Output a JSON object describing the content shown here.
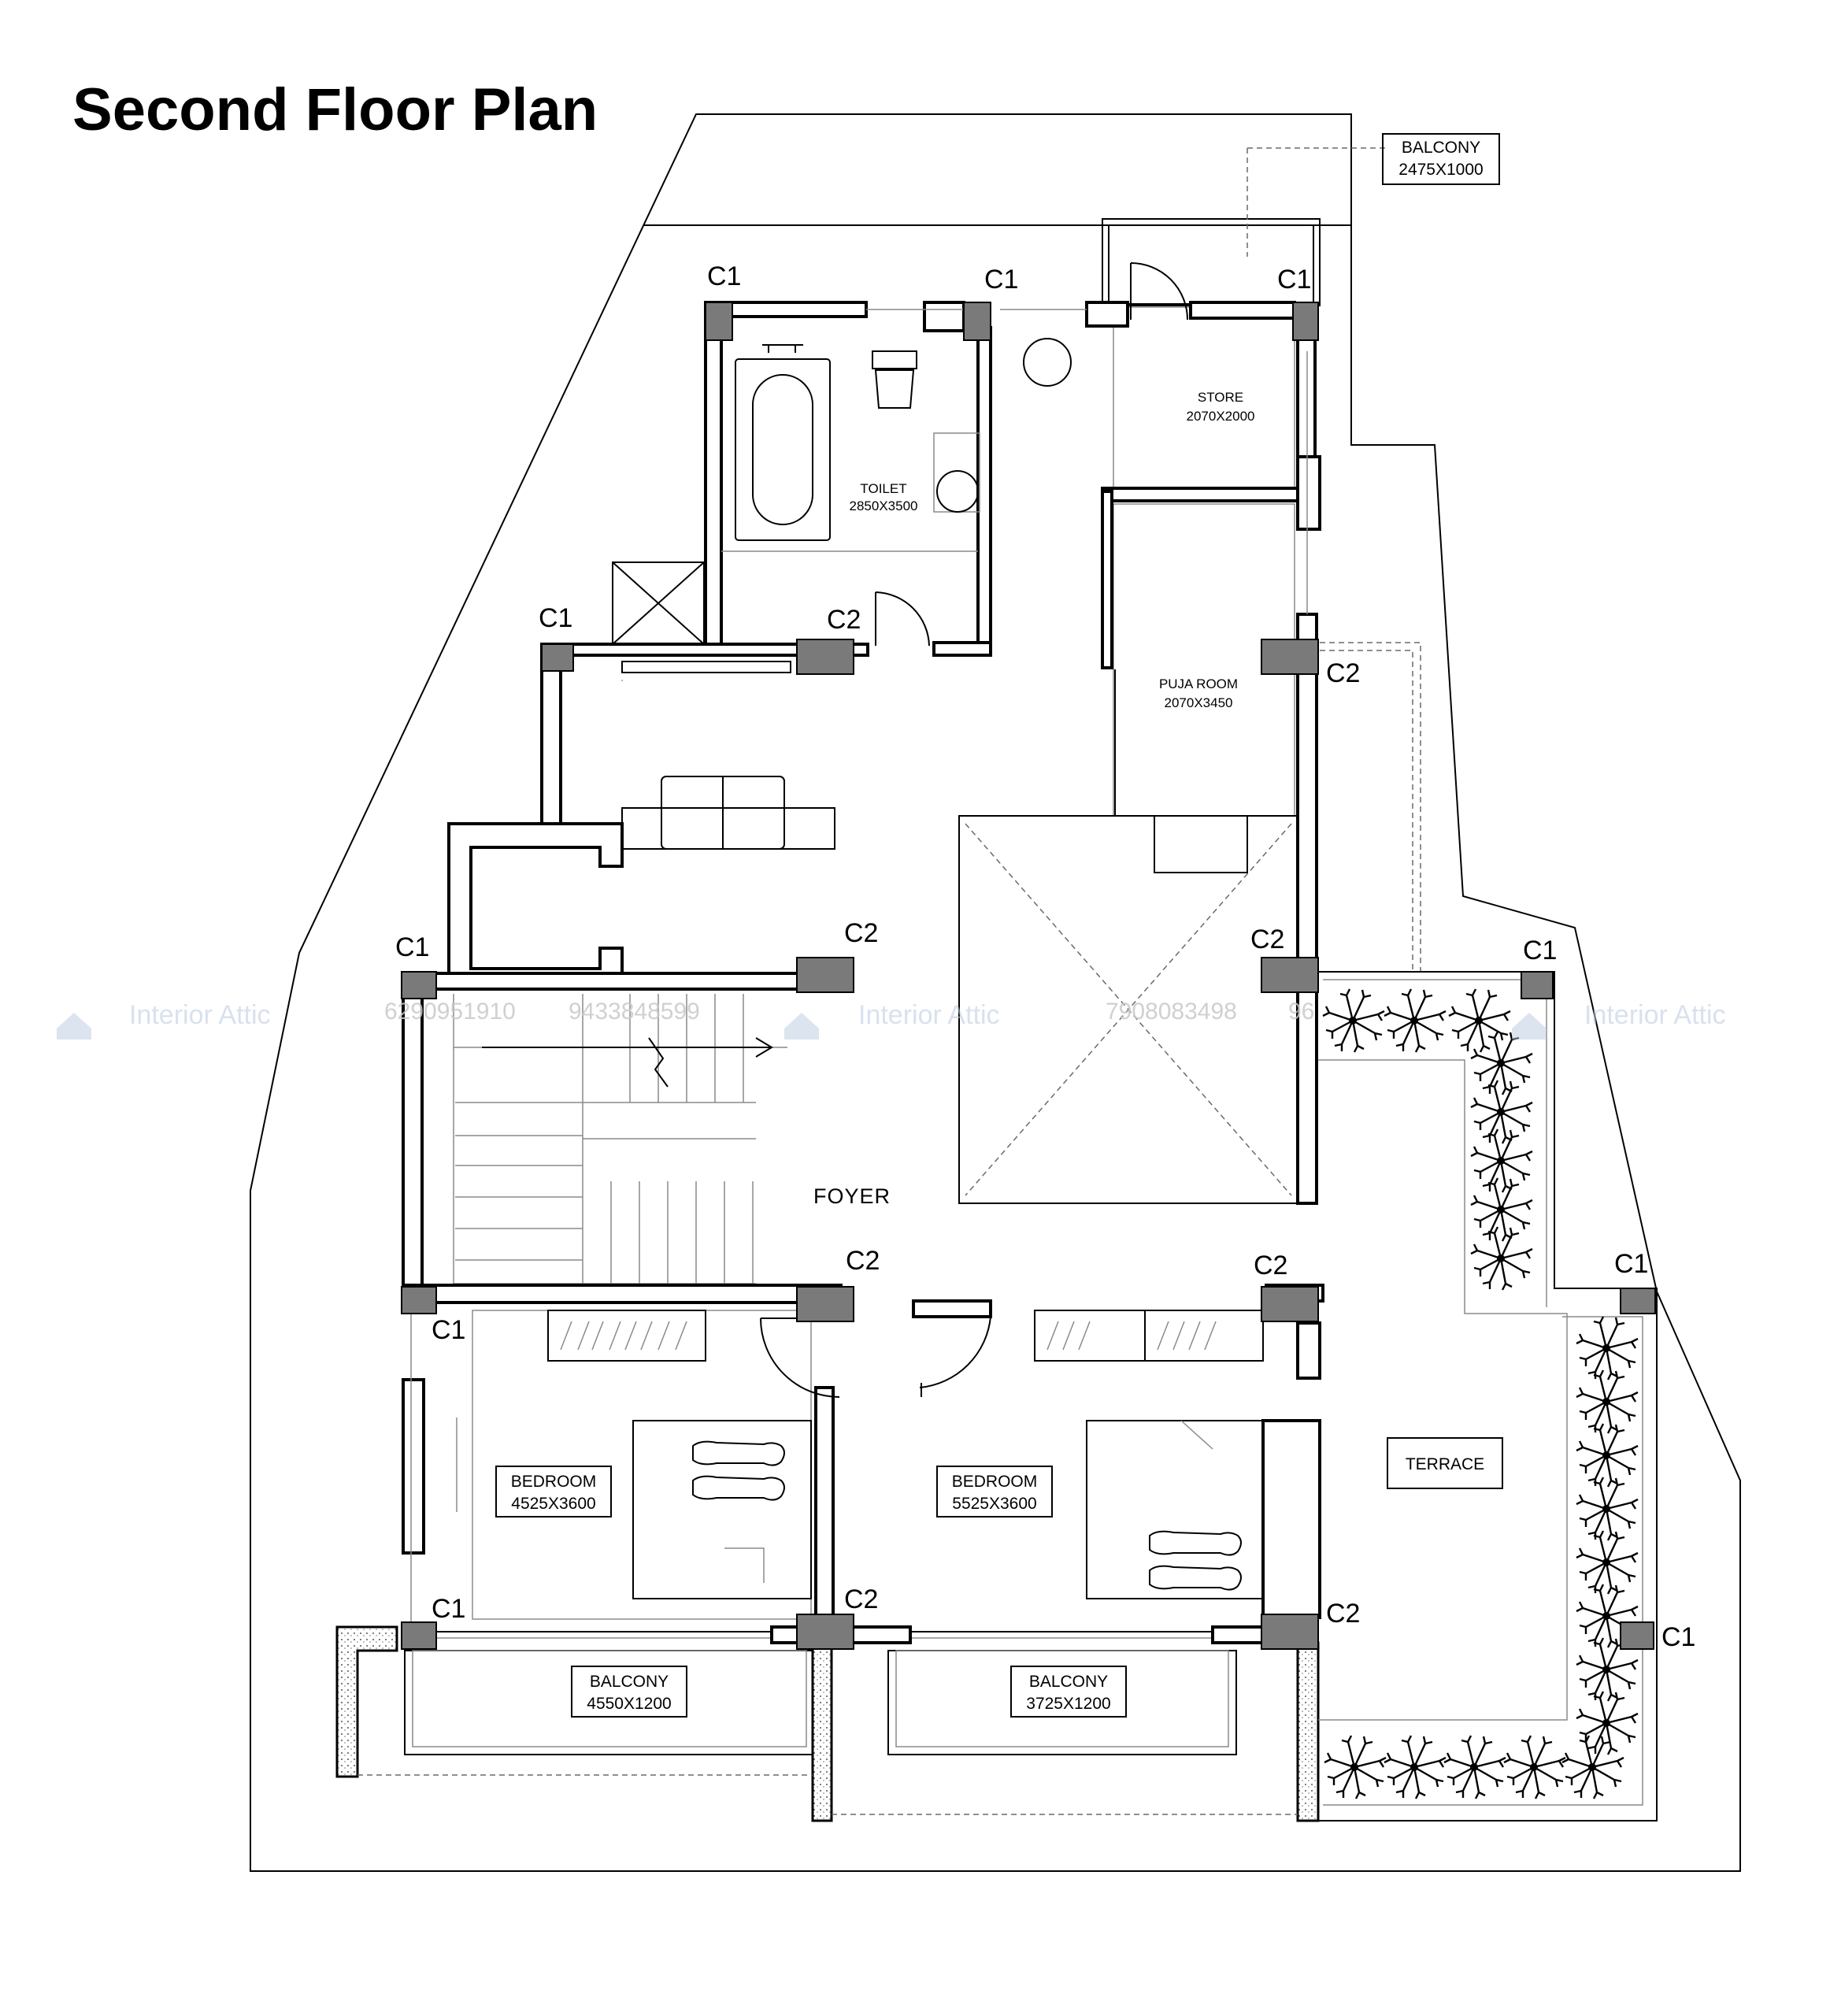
{
  "title": "Second Floor Plan",
  "rooms": {
    "balcony_top": {
      "name": "BALCONY",
      "size": "2475X1000"
    },
    "store": {
      "name": "STORE",
      "size": "2070X2000"
    },
    "toilet": {
      "name": "TOILET",
      "size": "2850X3500"
    },
    "puja": {
      "name": "PUJA ROOM",
      "size": "2070X3450"
    },
    "foyer": {
      "name": "FOYER"
    },
    "bedroom_left": {
      "name": "BEDROOM",
      "size": "4525X3600"
    },
    "bedroom_right": {
      "name": "BEDROOM",
      "size": "5525X3600"
    },
    "terrace": {
      "name": "TERRACE"
    },
    "balcony_left": {
      "name": "BALCONY",
      "size": "4550X1200"
    },
    "balcony_right": {
      "name": "BALCONY",
      "size": "3725X1200"
    }
  },
  "columns": {
    "c1": "C1",
    "c2": "C2"
  },
  "watermark": {
    "brand": "Interior Attic",
    "phone_1": "6290951910",
    "phone_2": "9433848599",
    "phone_3": "7908083498",
    "phone_4": "96"
  }
}
